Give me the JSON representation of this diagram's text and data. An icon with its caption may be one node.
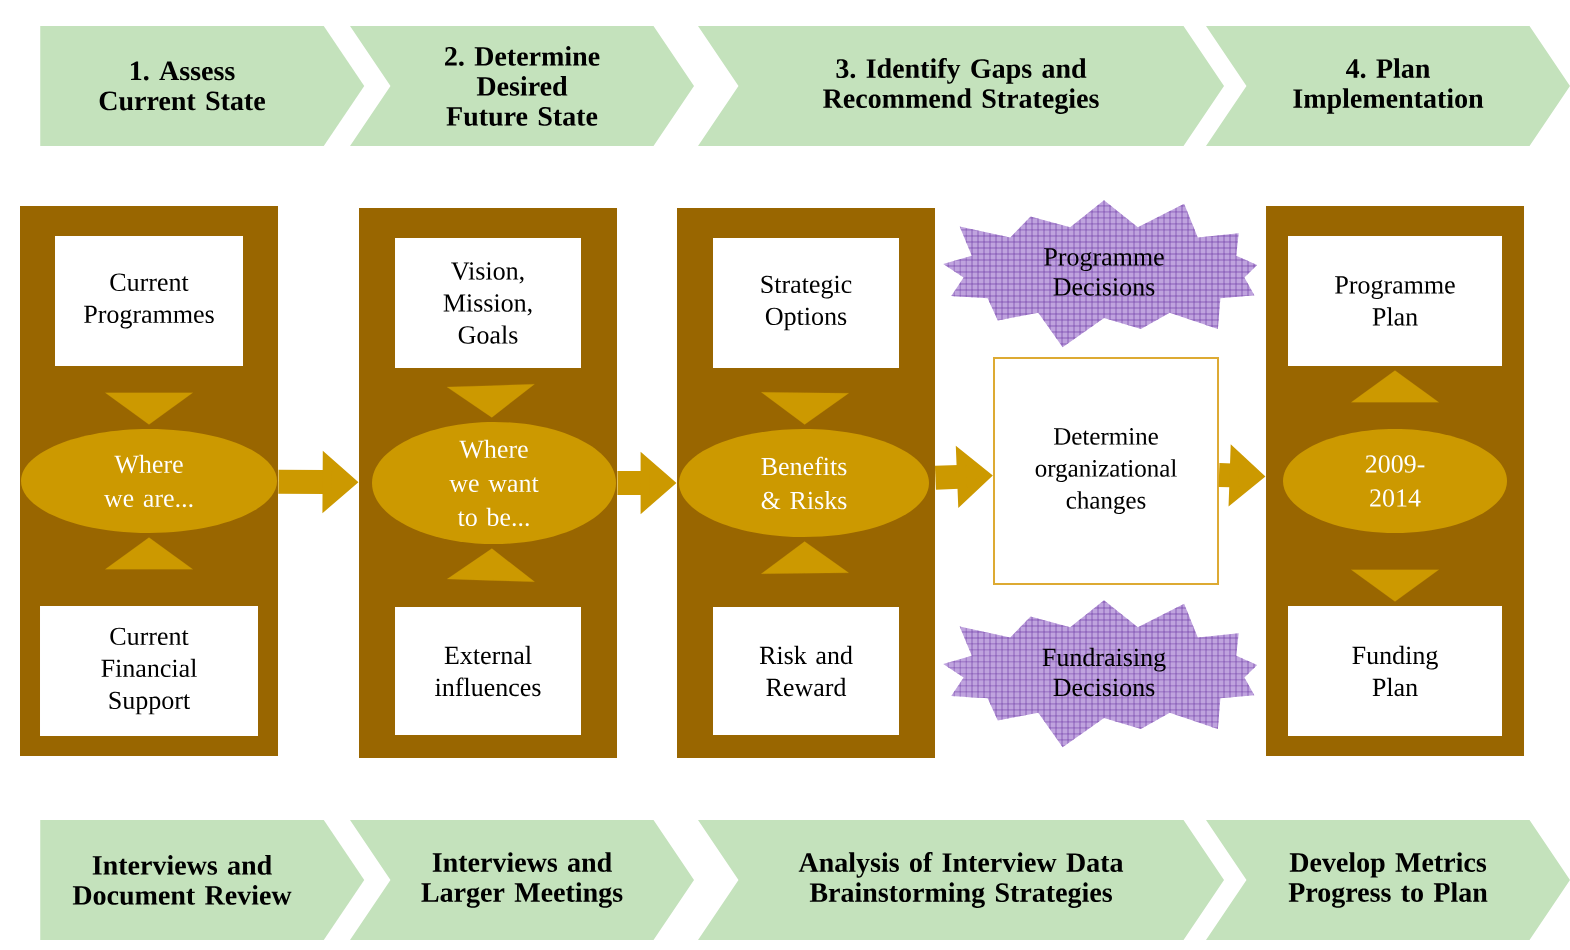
{
  "diagram": {
    "nodes": [
      {
        "text": [
          "1. Assess Current State"
        ]
      },
      {
        "text": [
          "2. Determine Desired Future State"
        ]
      },
      {
        "text": [
          "3. Identify Gaps and Recommend Strategies"
        ]
      },
      {
        "text": [
          "4. Plan Implementation"
        ]
      },
      {
        "text": [],
        "shape": "box"
      },
      {
        "text": [
          "Current Programmes"
        ],
        "in": 4
      },
      {
        "text": [
          "Where we are..."
        ],
        "in": 4
      },
      {
        "text": [
          "Current Financial Support"
        ],
        "in": 4
      },
      {
        "text": [],
        "shape": "box"
      },
      {
        "text": [
          "Vision, Mission, Goals"
        ],
        "in": 8
      },
      {
        "text": [
          "Where we want to be..."
        ],
        "in": 8
      },
      {
        "text": [
          "External influences"
        ],
        "in": 8
      },
      {
        "text": [],
        "shape": "box"
      },
      {
        "text": [
          "Strategic Options"
        ],
        "in": 12
      },
      {
        "text": [
          "Benefits & Risks"
        ],
        "in": 12
      },
      {
        "text": [
          "Risk and Reward"
        ],
        "in": 12
      },
      {
        "text": [
          "Programme Decisions"
        ]
      },
      {
        "text": [
          "Determine organizational changes"
        ]
      },
      {
        "text": [
          "Fundraising Decisions"
        ]
      },
      {
        "text": [],
        "shape": "box"
      },
      {
        "text": [
          "Programme Plan"
        ],
        "in": 19
      },
      {
        "text": [
          "2009-2014"
        ],
        "in": 19
      },
      {
        "text": [
          "Funding Plan"
        ],
        "in": 19
      },
      {
        "text": [
          "Interviews and Document Review"
        ]
      },
      {
        "text": [
          "Interviews and Larger Meetings"
        ]
      },
      {
        "text": [
          "Analysis of Interview Data Brainstorming Strategies"
        ]
      },
      {
        "text": [
          "Develop Metrics Progress to Plan"
        ]
      }
    ],
    "edges": [
      {
        "from": 4,
        "to": 8,
        "arrow": "to"
      },
      {
        "from": 8,
        "to": 12,
        "arrow": "to"
      },
      {
        "from": 12,
        "to": 17,
        "arrow": "to"
      },
      {
        "from": 17,
        "to": 19,
        "arrow": "to"
      },
      {
        "from": 5,
        "to": 6,
        "arrow": "to"
      },
      {
        "from": 7,
        "to": 6,
        "arrow": "to"
      },
      {
        "from": 9,
        "to": 10,
        "arrow": "to"
      },
      {
        "from": 11,
        "to": 10,
        "arrow": "to"
      },
      {
        "from": 13,
        "to": 14,
        "arrow": "to"
      },
      {
        "from": 15,
        "to": 14,
        "arrow": "to"
      },
      {
        "from": 21,
        "to": 20,
        "arrow": "to"
      },
      {
        "from": 21,
        "to": 22,
        "arrow": "to"
      }
    ]
  }
}
